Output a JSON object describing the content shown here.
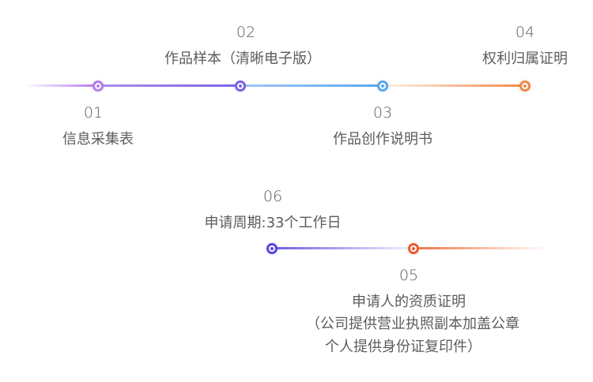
{
  "steps": [
    {
      "num": "01",
      "label": "信息采集表"
    },
    {
      "num": "02",
      "label": "作品样本（清晰电子版）"
    },
    {
      "num": "03",
      "label": "作品创作说明书"
    },
    {
      "num": "04",
      "label": "权利归属证明"
    },
    {
      "num": "05",
      "label": "申请人的资质证明",
      "note_line1": "（公司提供营业执照副本加盖公章",
      "note_line2": "个人提供身份证复印件）"
    },
    {
      "num": "06",
      "label": "申请周期:33个工作日"
    }
  ],
  "colors": {
    "purple_light": "#b57bf0",
    "purple": "#7b63e6",
    "blue": "#5aa7ee",
    "orange": "#f0894a",
    "indigo": "#5546e0",
    "red_orange": "#ef5a2e"
  }
}
